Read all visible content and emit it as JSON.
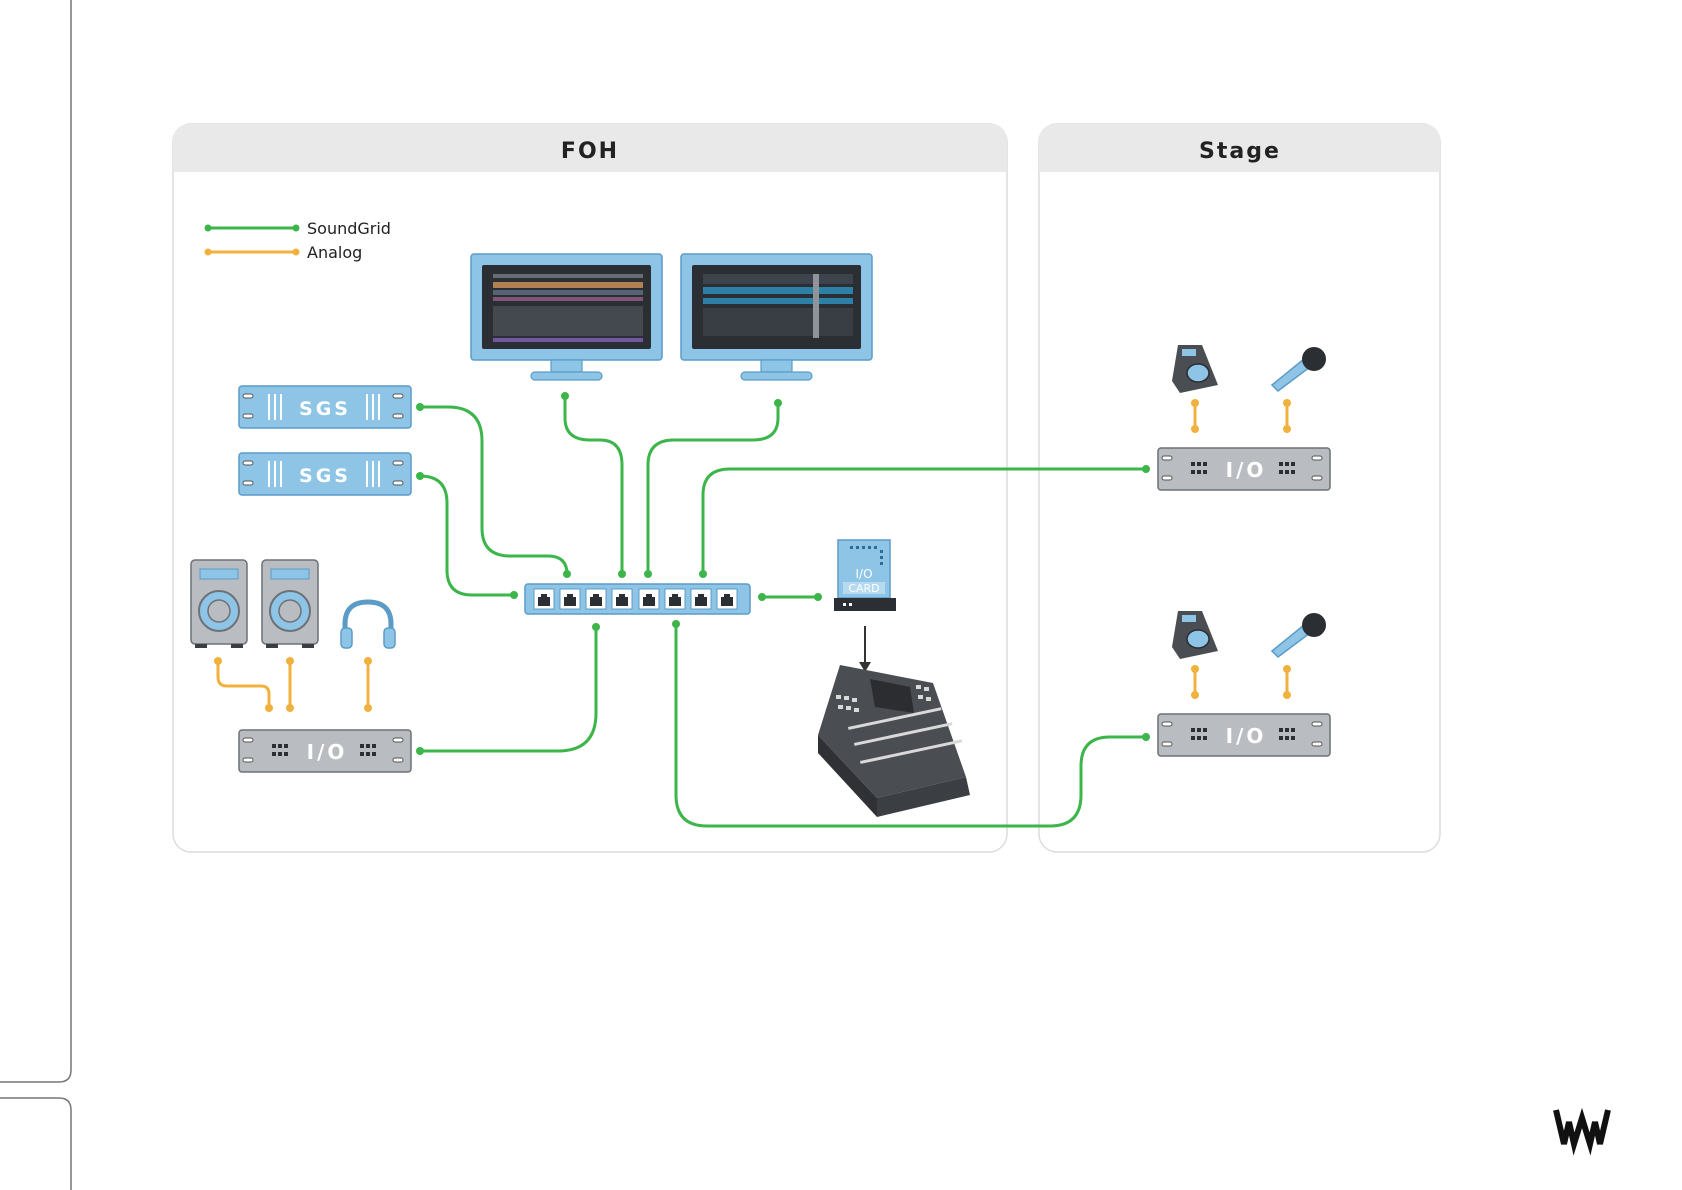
{
  "panels": {
    "foh_title": "FOH",
    "stage_title": "Stage"
  },
  "legend": [
    {
      "label": "SoundGrid",
      "color": "#3cb54a"
    },
    {
      "label": "Analog",
      "color": "#f0b13e"
    }
  ],
  "devices": {
    "server_label": "SGS",
    "io_label": "I/O",
    "io_card_label_top": "I/O",
    "io_card_label_bottom": "CARD"
  },
  "colors": {
    "soundgrid": "#3cb54a",
    "analog": "#f0b13e",
    "device_blue": "#8ec5e6",
    "device_grey": "#b9bcc0",
    "panel_header": "#e8e8e8",
    "panel_border": "#d5d5d5"
  },
  "icons": [
    "monitor-icon",
    "server-icon",
    "switch-icon",
    "speaker-icon",
    "headphones-icon",
    "io-rack-icon",
    "io-card-icon",
    "mixing-console-icon",
    "wedge-monitor-icon",
    "microphone-icon",
    "waves-logo-icon"
  ]
}
